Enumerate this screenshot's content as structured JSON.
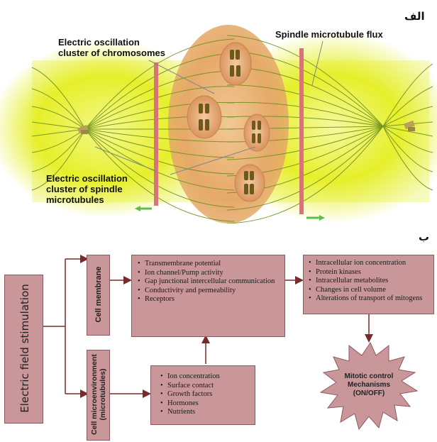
{
  "figure_a": {
    "panel_letter": "الف",
    "labels": {
      "chromosome_cluster": "Electric oscillation\ncluster of chromosomes",
      "spindle_flux": "Spindle microtubule flux",
      "spindle_cluster": "Electric oscillation\ncluster of spindle\nmicrotubules"
    },
    "colors": {
      "spindle": "#e6ef2a",
      "chromatin_zone": "#e8b27a",
      "plate_bar": "#d8737a",
      "arrow": "#5bbf4a"
    }
  },
  "figure_b": {
    "panel_letter": "ب",
    "stimulation_label": "Electric field stimulation",
    "cell_membrane_label": "Cell membrane",
    "cell_microenvironment_label": "Cell microenvironment\n(microtubules)",
    "membrane_items": [
      "Transmembrane potential",
      "Ion channel/Pump activity",
      "Gap junctional intercellular communication",
      "Conductivity and permeability",
      "Receptors"
    ],
    "intracellular_items": [
      "Intracellular ion concentration",
      "Protein kinases",
      "Intracellular metabolites",
      "Changes in cell volume",
      "Alterations of transport of mitogens"
    ],
    "microenvironment_items": [
      "Ion concentration",
      "Surface contact",
      "Growth factors",
      "Hormones",
      "Nutrients"
    ],
    "mitotic_label": "Mitotic control\nMechanisms\n(ON/OFF)",
    "colors": {
      "box_fill": "#c9979a",
      "box_border": "#8c5a5e",
      "arrow": "#7a2a2a"
    }
  }
}
